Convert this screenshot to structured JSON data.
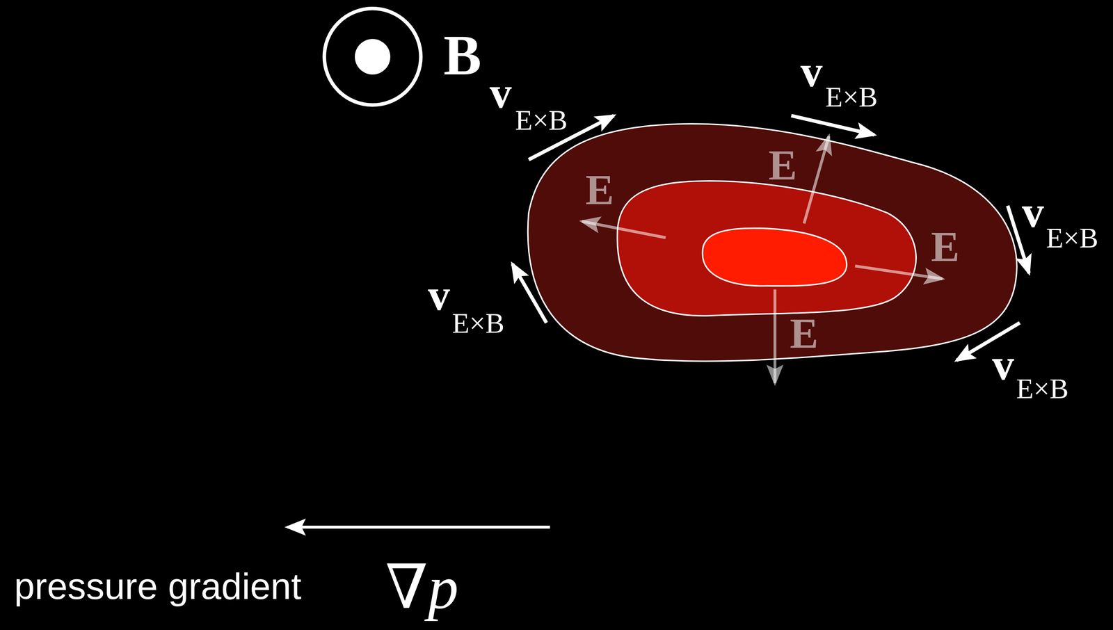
{
  "diagram": {
    "labels": [
      "B",
      "v",
      "E×B",
      "v",
      "E×B",
      "E",
      "E",
      "v",
      "E×B",
      "E",
      "E",
      "v",
      "E×B",
      "v",
      "E×B",
      "pressure gradient",
      "∇p"
    ]
  }
}
